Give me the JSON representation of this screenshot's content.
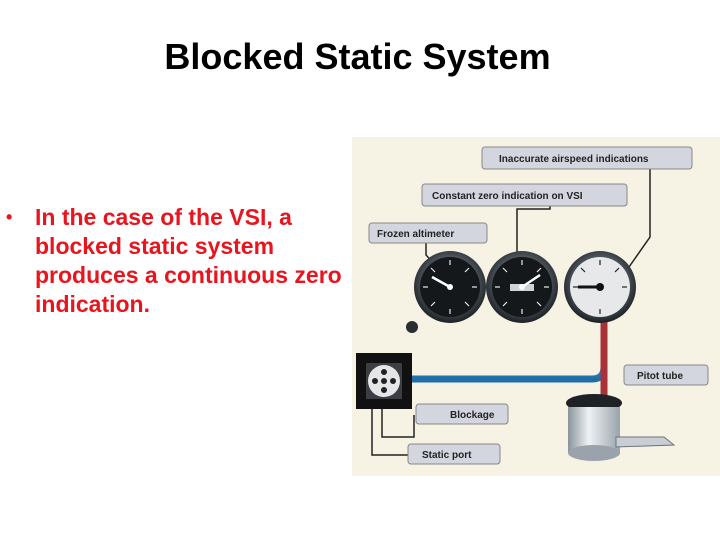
{
  "slide": {
    "title": "Blocked Static System",
    "bullet": "In the case of the VSI, a blocked static system produces a continuous zero indication.",
    "bullet_marker": "•"
  },
  "diagram": {
    "labels": {
      "inaccurate_airspeed": "Inaccurate airspeed indications",
      "constant_zero_vsi": "Constant zero indication on VSI",
      "frozen_altimeter": "Frozen altimeter",
      "pitot_tube": "Pitot tube",
      "blockage": "Blockage",
      "static_port": "Static port"
    },
    "colors": {
      "background": "#f6f2e4",
      "label_box": "#d3d6de",
      "static_line": "#4aa4d8",
      "pitot_line": "#a8323a",
      "callout_line": "#222222"
    }
  }
}
